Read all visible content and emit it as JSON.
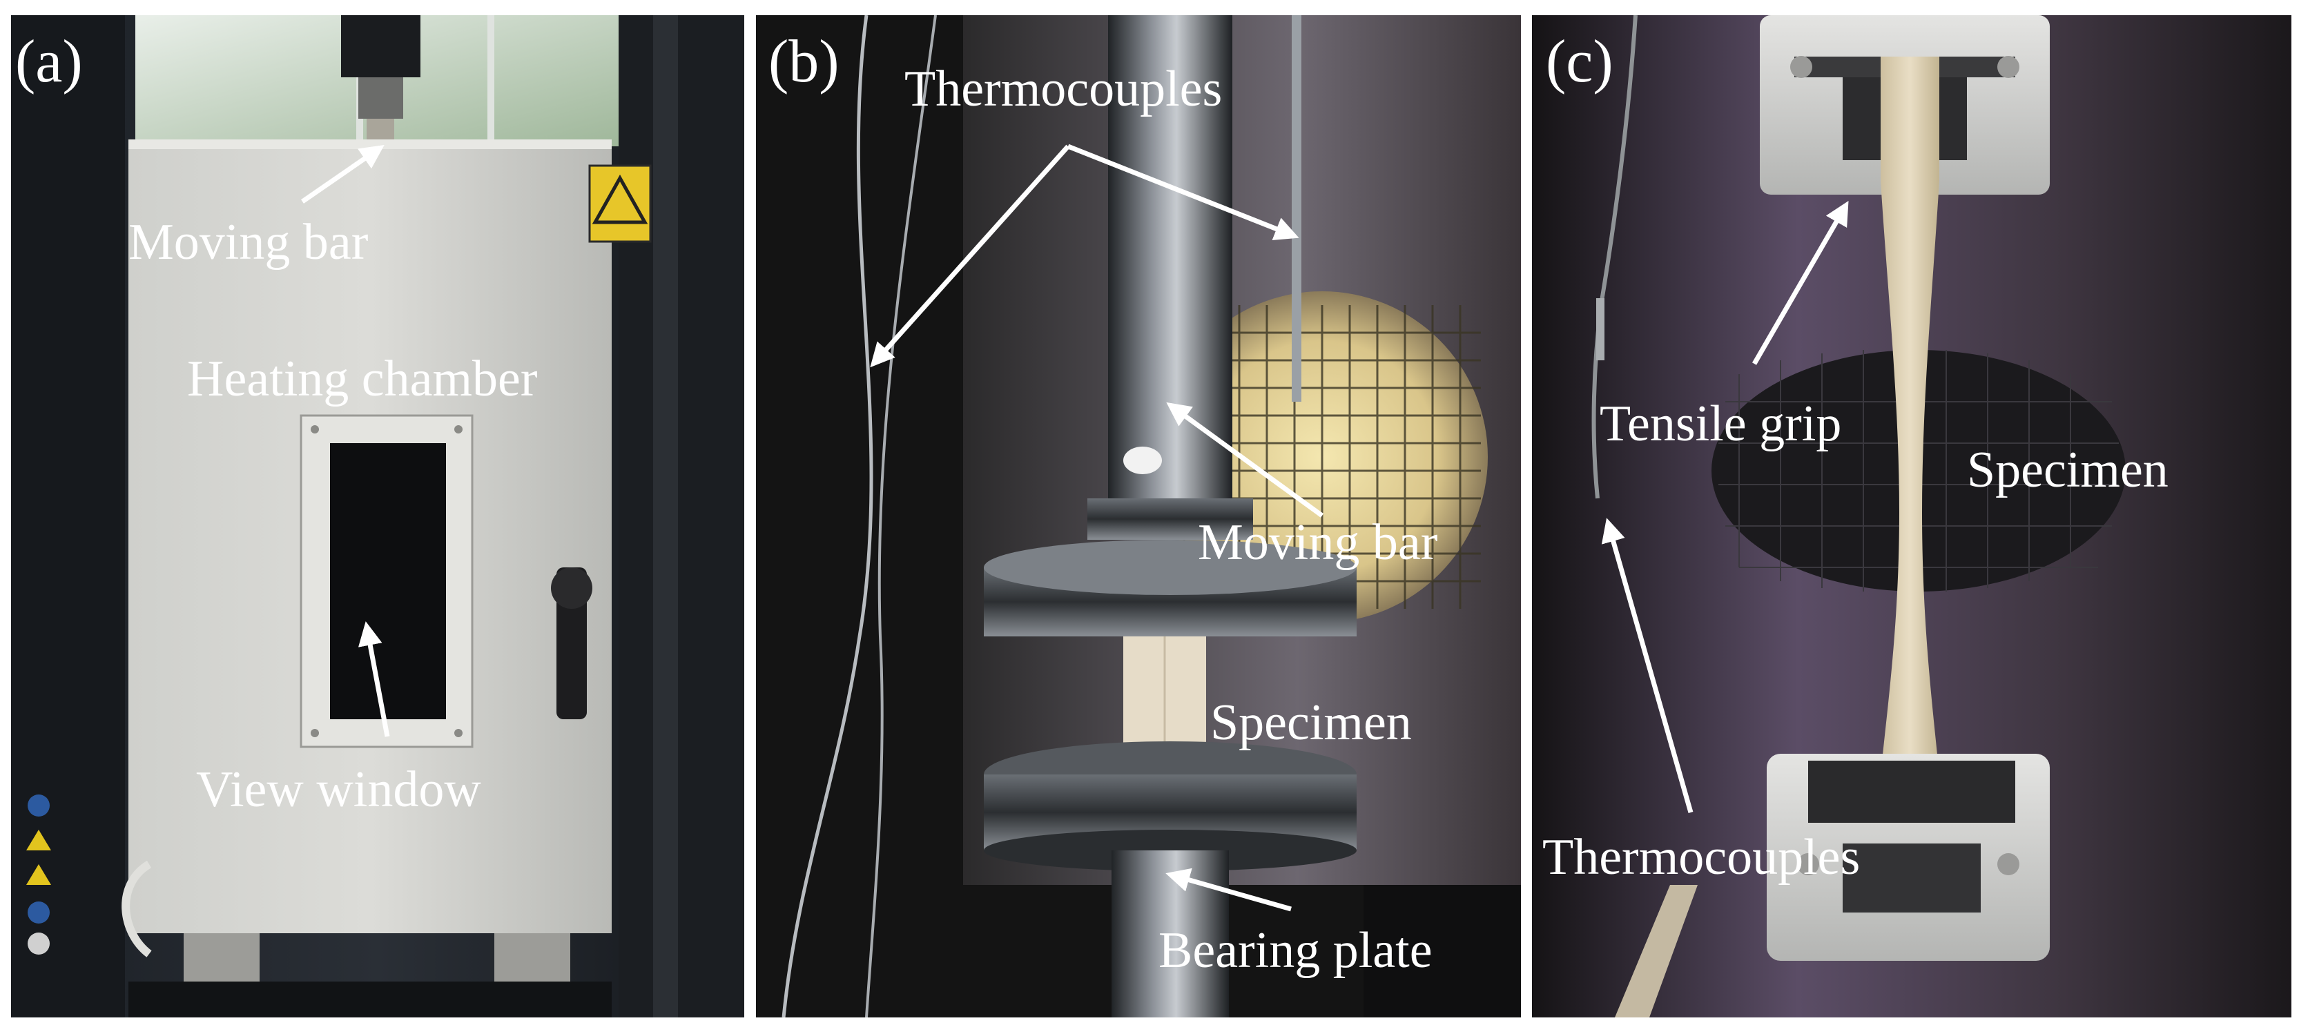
{
  "figure": {
    "panels": [
      {
        "tag": "(a)",
        "labels": {
          "moving_bar": "Moving bar",
          "heating_chamber": "Heating chamber",
          "view_window": "View window"
        }
      },
      {
        "tag": "(b)",
        "labels": {
          "thermocouples": "Thermocouples",
          "moving_bar": "Moving bar",
          "specimen": "Specimen",
          "bearing_plate": "Bearing plate"
        }
      },
      {
        "tag": "(c)",
        "labels": {
          "tensile_grip": "Tensile grip",
          "specimen": "Specimen",
          "thermocouples": "Thermocouples"
        }
      }
    ]
  },
  "colors": {
    "label": "#ffffff",
    "arrow": "#ffffff",
    "border": "#ffffff"
  }
}
